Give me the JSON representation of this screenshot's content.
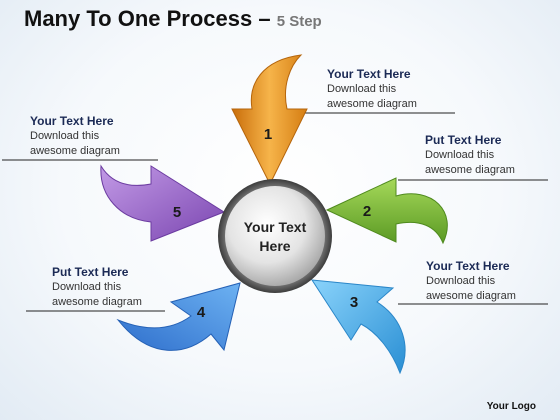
{
  "title": {
    "main": "Many To One Process –",
    "sub": "5 Step"
  },
  "center": {
    "line1": "Your Text",
    "line2": "Here"
  },
  "steps": [
    {
      "number": "1",
      "color": "#e8961e",
      "heading": "Your Text Here",
      "body_line1": "Download this",
      "body_line2": "awesome diagram"
    },
    {
      "number": "2",
      "color": "#7cb83a",
      "heading": "Put Text Here",
      "body_line1": "Download this",
      "body_line2": "awesome diagram"
    },
    {
      "number": "3",
      "color": "#4fb3ea",
      "heading": "Your Text Here",
      "body_line1": "Download this",
      "body_line2": "awesome diagram"
    },
    {
      "number": "4",
      "color": "#3a86d8",
      "heading": "Put Text Here",
      "body_line1": "Download this",
      "body_line2": "awesome diagram"
    },
    {
      "number": "5",
      "color": "#9a62c8",
      "heading": "Your Text Here",
      "body_line1": "Download this",
      "body_line2": "awesome diagram"
    }
  ],
  "logo": "Your Logo"
}
